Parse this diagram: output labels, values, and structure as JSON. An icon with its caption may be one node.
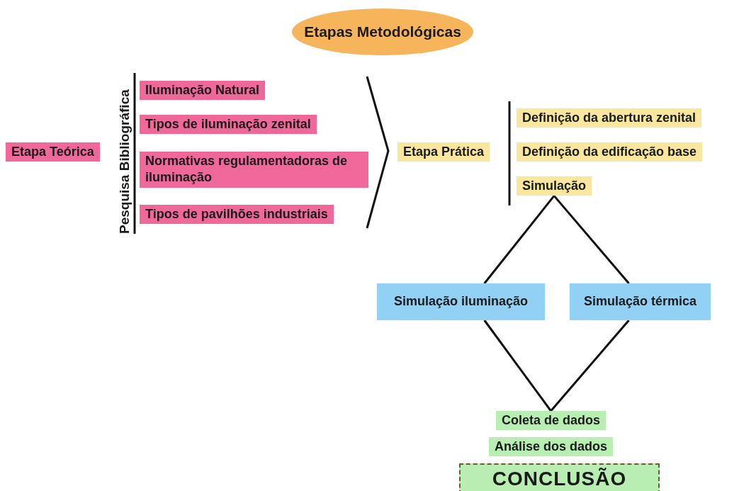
{
  "diagram": {
    "nodes": [
      {
        "text": [
          "Etapas Metodológicas"
        ]
      },
      {
        "text": [
          "Etapa Teórica"
        ]
      },
      {
        "text": [
          "Pesquisa Bibliográfica"
        ]
      },
      {
        "text": [
          "Iluminação Natural"
        ]
      },
      {
        "text": [
          "Tipos de iluminação zenital"
        ]
      },
      {
        "text": [
          "Normativas regulamentadoras de iluminação"
        ]
      },
      {
        "text": [
          "Tipos de pavilhões industriais"
        ]
      },
      {
        "text": [
          "Etapa Prática"
        ]
      },
      {
        "text": [
          "Definição da abertura zenital"
        ]
      },
      {
        "text": [
          "Definição da edificação base"
        ]
      },
      {
        "text": [
          "Simulação"
        ]
      },
      {
        "text": [
          "Simulação iluminação"
        ]
      },
      {
        "text": [
          "Simulação térmica"
        ]
      },
      {
        "text": [
          "Coleta de dados"
        ]
      },
      {
        "text": [
          "Análise dos dados"
        ]
      },
      {
        "text": [
          "CONCLUSÃO"
        ]
      }
    ],
    "edges": [
      {
        "from": 10,
        "to": 11,
        "arrow": "none"
      },
      {
        "from": 10,
        "to": 12,
        "arrow": "none"
      },
      {
        "from": 11,
        "to": 13,
        "arrow": "none"
      },
      {
        "from": 12,
        "to": 13,
        "arrow": "none"
      }
    ]
  }
}
